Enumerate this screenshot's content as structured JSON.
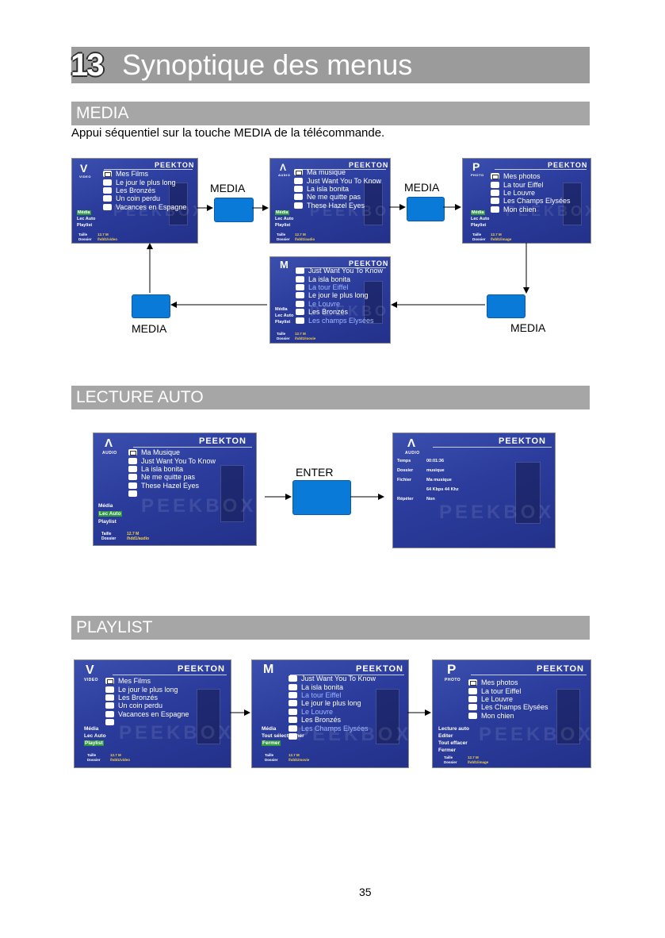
{
  "chapter": {
    "number": "13",
    "title": "Synoptique des menus"
  },
  "sections": {
    "media": "MEDIA",
    "lecture_auto": "LECTURE AUTO",
    "playlist": "PLAYLIST"
  },
  "intro": "Appui séquentiel sur la touche MEDIA de la télécommande.",
  "brand": "PEEKTON",
  "ghost": "PEEKBOX",
  "buttons": {
    "media": "MEDIA",
    "enter": "ENTER"
  },
  "labels": {
    "video": "VIDEO",
    "audio": "AUDIO",
    "photo": "PHOTO",
    "media": "Média",
    "lec_auto": "Lec Auto",
    "playlist": "Playlist",
    "taille": "Taille",
    "dossier": "Dossier",
    "tout_selectionner": "Tout sélectionner",
    "fermer": "Fermer",
    "lecture_auto": "Lecture auto",
    "editer": "Editer",
    "tout_effacer": "Tout effacer"
  },
  "info": {
    "size": "12.7 M",
    "video_path": "/hdd1/video",
    "audio_path": "/hdd1/audio",
    "image_path": "/hdd1/image",
    "movie_path": "/hdd1/movie"
  },
  "lists": {
    "video": [
      "Mes Films",
      "Le jour le plus long",
      "Les Bronzés",
      "Un coin perdu",
      "Vacances en Espagne"
    ],
    "audio": [
      "Ma musique",
      "Just Want You To Know",
      "La isla bonita",
      "Ne me quitte pas",
      "These Hazel Eyes"
    ],
    "audio2": [
      "Ma Musique",
      "Just Want You To Know",
      "La isla bonita",
      "Ne me quitte pas",
      "These Hazel Eyes"
    ],
    "photo": [
      "Mes photos",
      "La tour Eiffel",
      "Le Louvre",
      "Les Champs Elysées",
      "Mon chien"
    ],
    "photo2": [
      "Mes photos",
      "La tour Eiffel",
      "Le Louvre",
      "Les Champs Elysées",
      "Mon chien"
    ],
    "mixed": [
      "Just Want You To Know",
      "La isla bonita",
      "La tour Eiffel",
      "Le jour le plus long",
      "Le Louvre",
      "Les Bronzés",
      "Les champs Elysées"
    ],
    "mixed2": [
      "Just Want You To Know",
      "La isla bonita",
      "La tour Eiffel",
      "Le jour le plus long",
      "Le Louvre",
      "Les Bronzés",
      "Les Champs Elysées"
    ]
  },
  "details": {
    "temps_label": "Temps",
    "temps": "00:01:36",
    "dossier_label": "Dossier",
    "dossier": "musique",
    "fichier_label": "Fichier",
    "fichier": "Ma musique",
    "rate": "64 Kbps 44 Khz",
    "repeter_label": "Répéter",
    "repeter": "Non"
  },
  "page_number": "35"
}
